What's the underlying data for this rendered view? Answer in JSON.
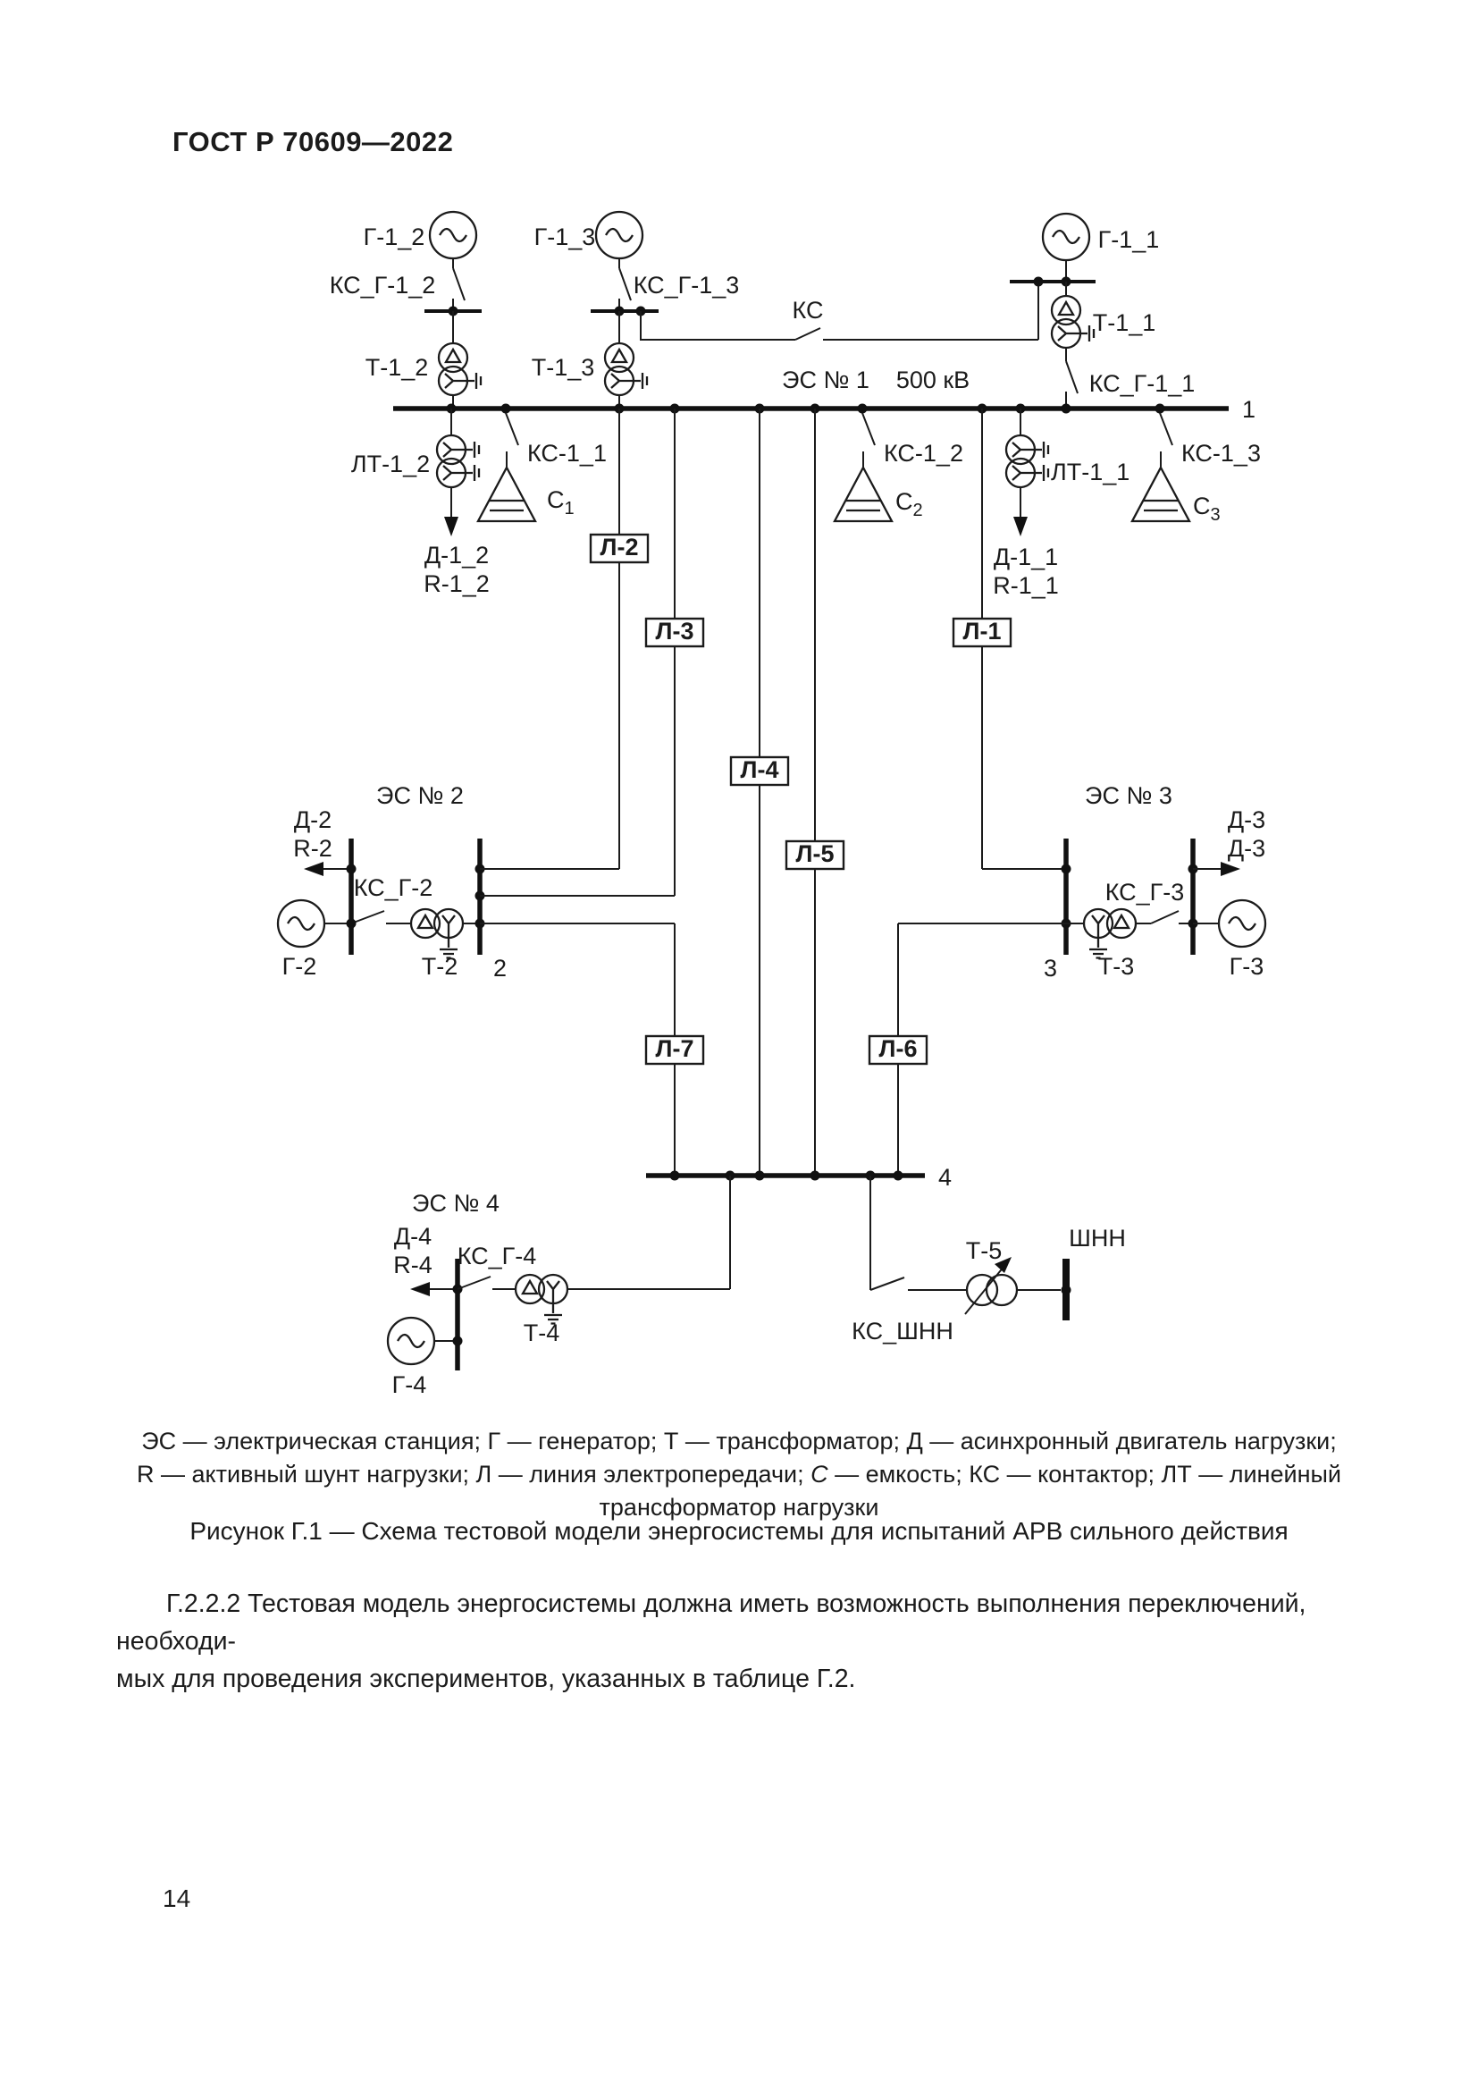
{
  "page": {
    "header": "ГОСТ Р 70609—2022",
    "number": "14"
  },
  "diagram": {
    "es1": {
      "title": "ЭС № 1",
      "voltage": "500 кВ",
      "bus": "1",
      "g12": "Г-1_2",
      "ks_g12": "КС_Г-1_2",
      "t12": "Т-1_2",
      "g13": "Г-1_3",
      "ks_g13": "КС_Г-1_3",
      "t13": "Т-1_3",
      "ks": "КС",
      "g11": "Г-1_1",
      "t11": "Т-1_1",
      "ks_g11": "КС_Г-1_1",
      "lt12": "ЛТ-1_2",
      "d12": "Д-1_2",
      "r12": "R-1_2",
      "ks11": "КС-1_1",
      "c1": "С",
      "c1sub": "1",
      "ks12": "КС-1_2",
      "c2": "С",
      "c2sub": "2",
      "lt11": "ЛТ-1_1",
      "d11": "Д-1_1",
      "r11": "R-1_1",
      "ks13": "КС-1_3",
      "c3": "С",
      "c3sub": "3"
    },
    "lines": {
      "l1": "Л-1",
      "l2": "Л-2",
      "l3": "Л-3",
      "l4": "Л-4",
      "l5": "Л-5",
      "l6": "Л-6",
      "l7": "Л-7"
    },
    "es2": {
      "title": "ЭС № 2",
      "bus": "2",
      "d": "Д-2",
      "r": "R-2",
      "ks_g": "КС_Г-2",
      "g": "Г-2",
      "t": "Т-2"
    },
    "es3": {
      "title": "ЭС № 3",
      "bus": "3",
      "d_top": "Д-3",
      "d_bottom": "Д-3",
      "ks_g": "КС_Г-3",
      "t": "Т-3",
      "g": "Г-3"
    },
    "node4": "4",
    "es4": {
      "title": "ЭС № 4",
      "d": "Д-4",
      "r": "R-4",
      "ks_g": "КС_Г-4",
      "t": "Т-4",
      "g": "Г-4"
    },
    "shnn": {
      "t5": "Т-5",
      "bus": "ШНН",
      "ks": "КС_ШНН"
    }
  },
  "legend": {
    "line1": "ЭС — электрическая станция; Г — генератор; Т — трансформатор; Д — асинхронный двигатель нагрузки;",
    "line2_pre": "R — активный шунт нагрузки; Л — линия электропередачи; ",
    "line2_italic": "С",
    "line2_post": " — емкость; КС — контактор; ЛТ — линейный",
    "line3": "трансформатор нагрузки"
  },
  "caption": "Рисунок Г.1 — Схема тестовой модели энергосистемы для испытаний АРВ сильного действия",
  "paragraph": {
    "line1": "Г.2.2.2  Тестовая модель энергосистемы должна иметь возможность выполнения переключений, необходи-",
    "line2": "мых для проведения экспериментов, указанных в таблице Г.2."
  }
}
